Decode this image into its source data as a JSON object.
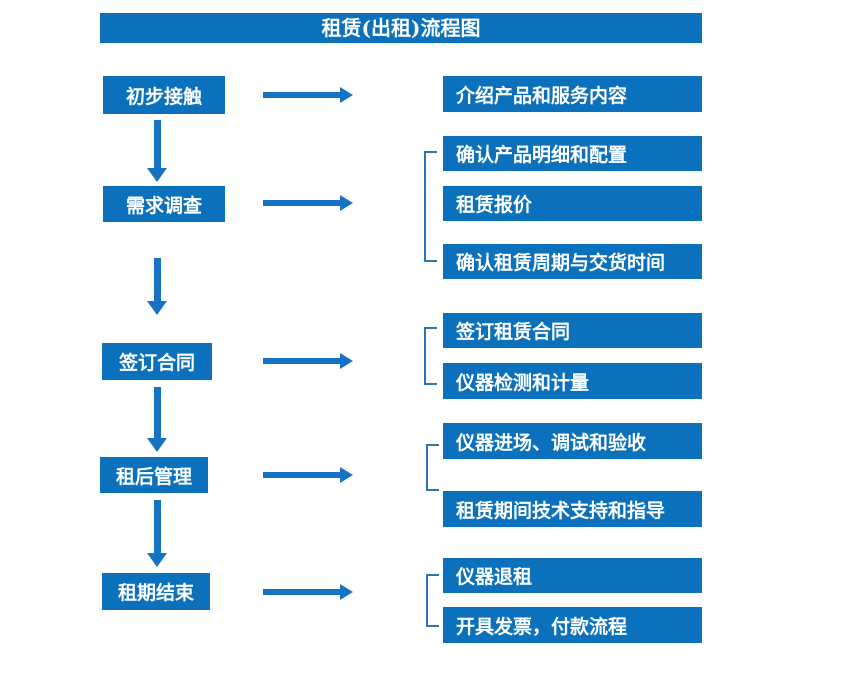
{
  "title": "租赁(出租)流程图",
  "steps": [
    {
      "label": "初步接触",
      "details": [
        "介绍产品和服务内容"
      ]
    },
    {
      "label": "需求调查",
      "details": [
        "确认产品明细和配置",
        "租赁报价",
        "确认租赁周期与交货时间"
      ]
    },
    {
      "label": "签订合同",
      "details": [
        "签订租赁合同",
        "仪器检测和计量"
      ]
    },
    {
      "label": "租后管理",
      "details": [
        "仪器进场、调试和验收",
        "租赁期间技术支持和指导"
      ]
    },
    {
      "label": "租期结束",
      "details": [
        "仪器退租",
        "开具发票，付款流程"
      ]
    }
  ],
  "colors": {
    "box_blue": "#0b71bd",
    "arrow_blue": "#1673c4",
    "bracket_blue": "#2e74b5",
    "text": "#ffffff",
    "background": "#ffffff"
  }
}
